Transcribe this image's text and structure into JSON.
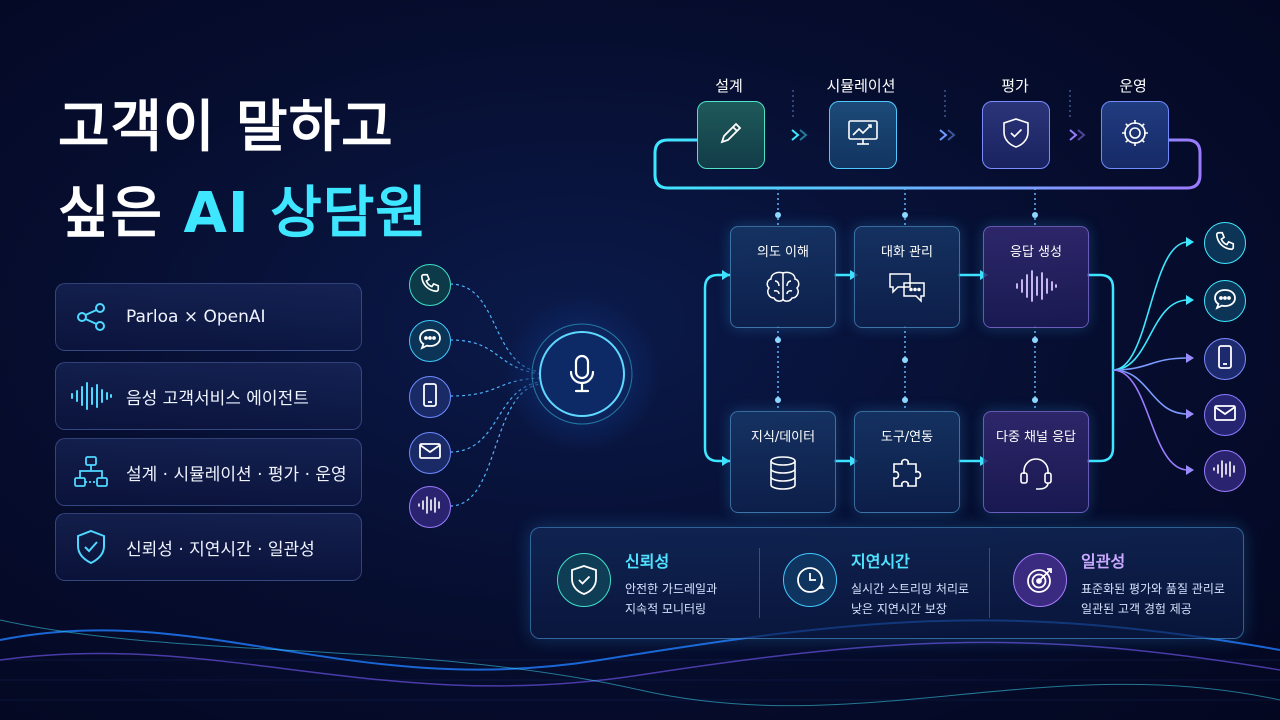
{
  "title": {
    "line1": "고객이 말하고",
    "line2_prefix": "싶은",
    "line2_accent": "AI 상담원"
  },
  "features": [
    {
      "icon": "share-nodes-icon",
      "label": "Parloa × OpenAI"
    },
    {
      "icon": "sound-wave-icon",
      "label": "음성 고객서비스 에이전트"
    },
    {
      "icon": "workflow-icon",
      "label": "설계 · 시뮬레이션 · 평가 · 운영"
    },
    {
      "icon": "shield-check-icon",
      "label": "신뢰성 · 지연시간 · 일관성"
    }
  ],
  "lifecycle": [
    {
      "label": "설계",
      "icon": "pencil-icon"
    },
    {
      "label": "시뮬레이션",
      "icon": "monitor-chart-icon"
    },
    {
      "label": "평가",
      "icon": "shield-check-icon"
    },
    {
      "label": "운영",
      "icon": "gear-icon"
    }
  ],
  "pipeline_top": [
    {
      "label": "의도 이해",
      "icon": "brain-icon"
    },
    {
      "label": "대화 관리",
      "icon": "chat-bubbles-icon"
    },
    {
      "label": "응답 생성",
      "icon": "sound-wave-icon"
    }
  ],
  "pipeline_bottom": [
    {
      "label": "지식/데이터",
      "icon": "database-icon"
    },
    {
      "label": "도구/연동",
      "icon": "puzzle-icon"
    },
    {
      "label": "다중 채널 응답",
      "icon": "headset-icon"
    }
  ],
  "input_channels": [
    "phone-icon",
    "chat-icon",
    "mobile-icon",
    "mail-icon",
    "sound-wave-icon"
  ],
  "output_channels": [
    "phone-icon",
    "chat-icon",
    "mobile-icon",
    "mail-icon",
    "sound-wave-icon"
  ],
  "center_icon": "microphone-icon",
  "pillars": [
    {
      "icon": "shield-check-icon",
      "title": "신뢰성",
      "desc1": "안전한 가드레일과",
      "desc2": "지속적 모니터링",
      "color": "#4fe3ff"
    },
    {
      "icon": "clock-icon",
      "title": "지연시간",
      "desc1": "실시간 스트리밍 처리로",
      "desc2": "낮은 지연시간 보장",
      "color": "#4fe3ff"
    },
    {
      "icon": "target-icon",
      "title": "일관성",
      "desc1": "표준화된 평가와 품질 관리로",
      "desc2": "일관된 고객 경험 제공",
      "color": "#c9a8ff"
    }
  ],
  "colors": {
    "accent_cyan": "#3fe6ff",
    "accent_purple": "#a77bff",
    "background": "#060d2e"
  }
}
